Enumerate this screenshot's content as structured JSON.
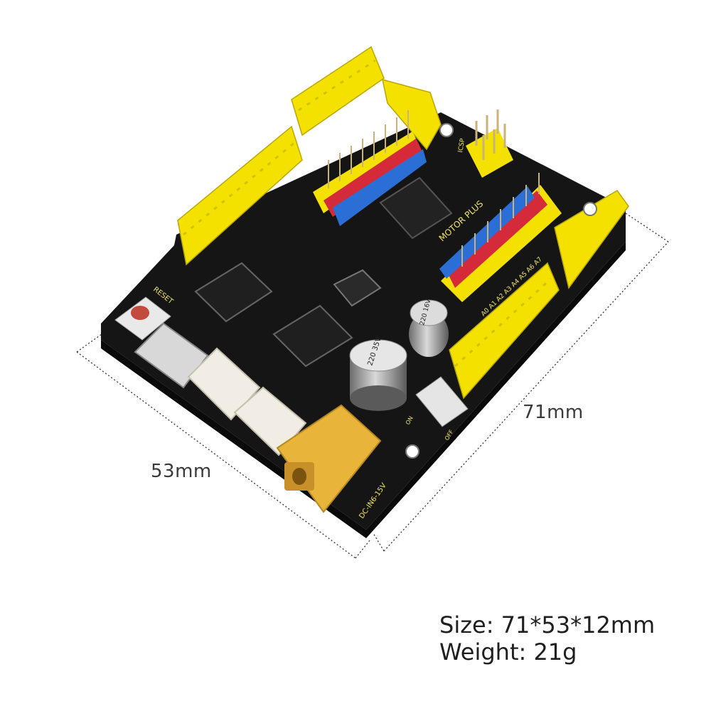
{
  "dimensions": {
    "width_label": "53mm",
    "length_label": "71mm"
  },
  "specs": {
    "size": "Size: 71*53*12mm",
    "weight": "Weight: 21g"
  },
  "board": {
    "title_line1": "MOTOR PLUS",
    "reset_label": "RESET",
    "icsp_label": "ICSP",
    "dc_in_label": "DC-IN6-15V",
    "cap_small": "220 16V",
    "cap_large": "220 35V",
    "analog_labels": "A0 A1 A2 A3 A4 A5 A6 A7",
    "on_label": "ON",
    "off_label": "OFF",
    "colors": {
      "pcb": "#151515",
      "header": "#f5e100",
      "pin_red": "#d42a3a",
      "pin_blue": "#2b6fd6",
      "dc_jack": "#e8b43a",
      "jst": "#f2ede4"
    }
  }
}
